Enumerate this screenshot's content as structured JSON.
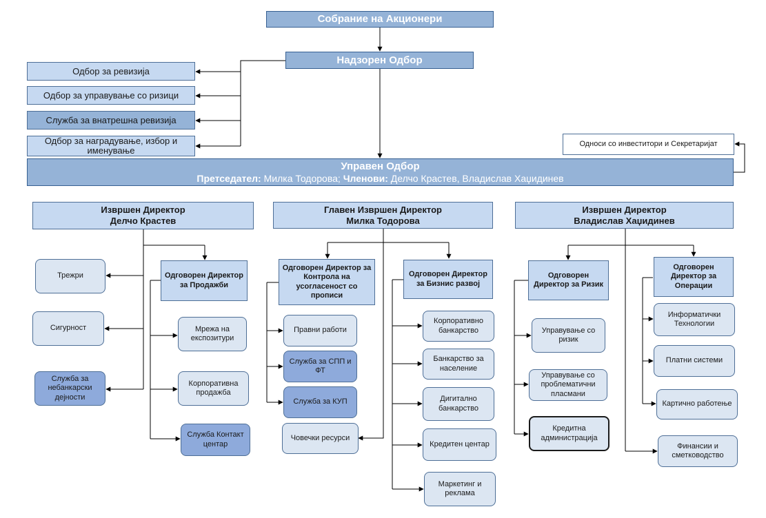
{
  "top": {
    "shareholders": "Собрание на Акционери",
    "supervisory": "Надзорен Одбор"
  },
  "committees": [
    "Одбор за ревизија",
    "Одбор за управување со ризици",
    "Служба за внатрешна ревизија",
    "Одбор за наградување, избор и именување"
  ],
  "investor_relations": "Односи со инвеститори и Секретаријат",
  "board": {
    "title": "Управен Одбор",
    "chair_label": "Претседател:",
    "chair_name": "Милка Тодорова;",
    "members_label": "Членови:",
    "members_names": "Делчо Крастев, Владислав Хаџидинев"
  },
  "left": {
    "exec_line1": "Извршен Директор",
    "exec_line2": "Делчо Крастев",
    "sales": "Одговорен Директор за Продажби",
    "treasury": "Трежри",
    "security": "Сигурност",
    "nonbank": "Служба за небанкарски дејности",
    "branches": "Мрежа на експозитури",
    "corp_sales": "Корпоративна продажба",
    "contact": "Служба Контакт центар"
  },
  "center": {
    "exec_line1": "Главен Извршен Директор",
    "exec_line2": "Милка Тодорова",
    "compliance": "Одговорен Директор за Контрола на усогласеност со прописи",
    "biz_dev": "Одговорен Директор за Бизнис развој",
    "legal": "Правни работи",
    "spp": "Служба за СПП и ФТ",
    "kup": "Служба за КУП",
    "hr": "Човечки ресурси",
    "corp_banking": "Корпоративно банкарство",
    "retail": "Банкарство за население",
    "digital": "Дигитално банкарство",
    "credit_center": "Кредитен центар",
    "marketing": "Маркетинг и реклама"
  },
  "right": {
    "exec_line1": "Извршен Директор",
    "exec_line2": "Владислав Хаџидинев",
    "risk": "Одговорен Директор за Ризик",
    "operations": "Одговорен Директор за Операции",
    "risk_mgmt": "Управување со ризик",
    "problem_loans": "Управување со проблематични пласмани",
    "credit_admin": "Кредитна администрација",
    "it": "Информатички Технологии",
    "payments": "Платни системи",
    "cards": "Картично работење",
    "finance": "Финансии и сметководство"
  }
}
